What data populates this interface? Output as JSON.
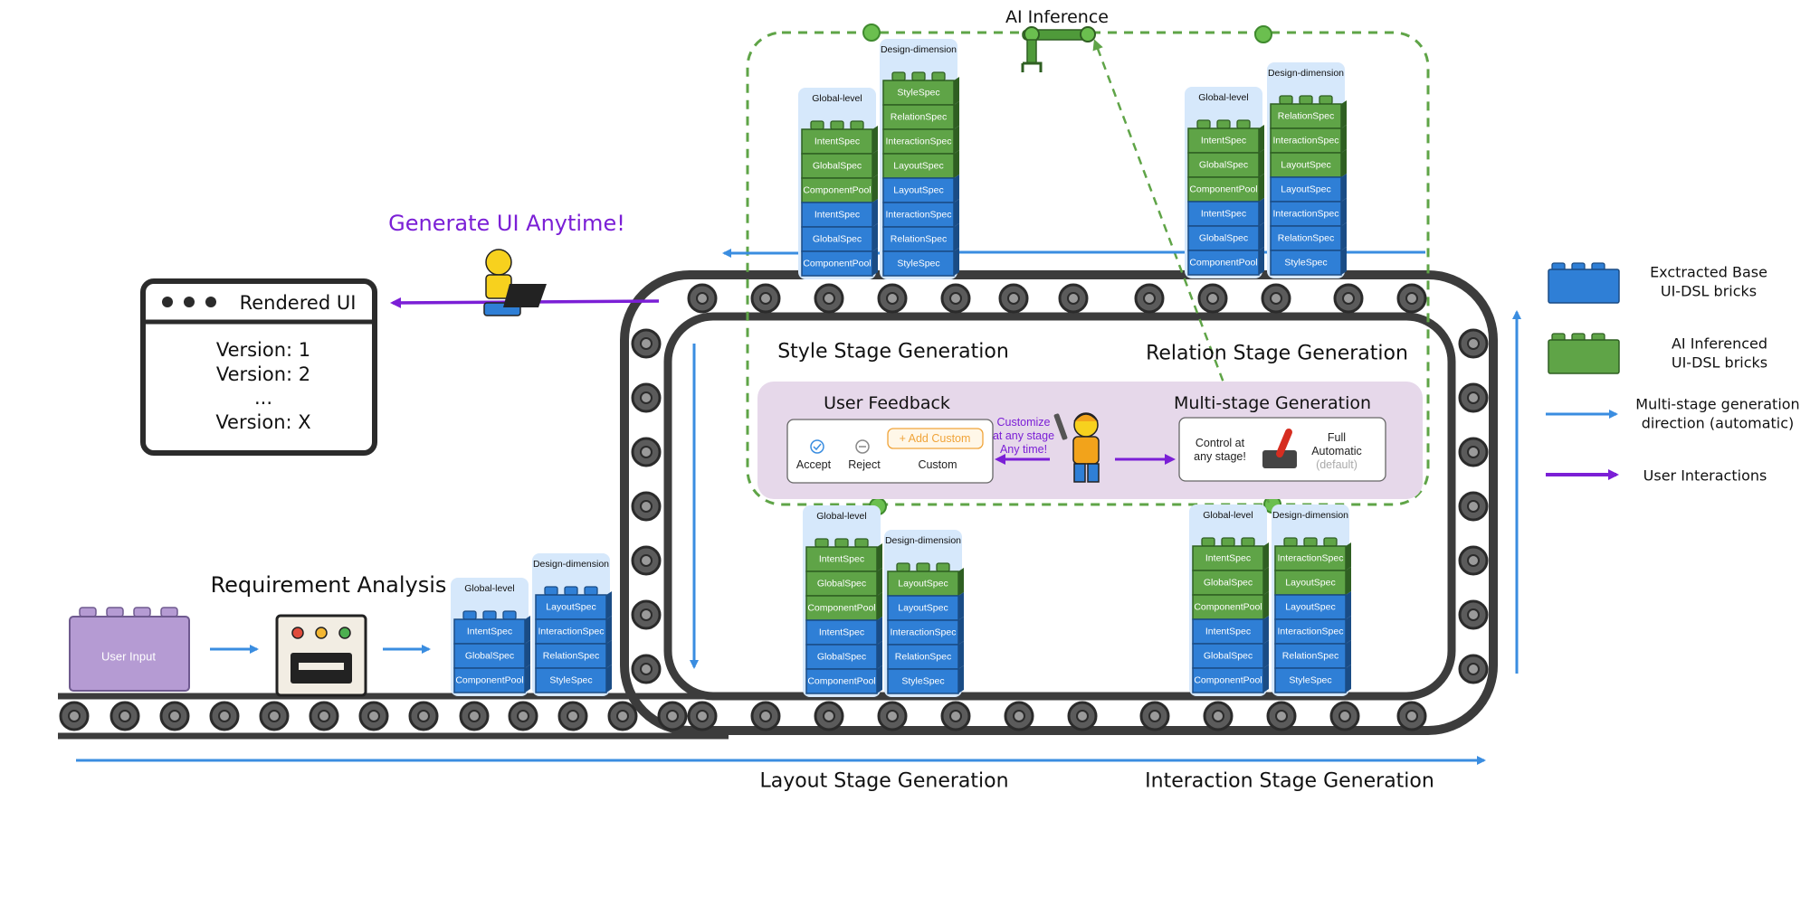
{
  "colors": {
    "blue": "#2f7fd6",
    "green": "#5fa447",
    "purple": "#7b1fd6",
    "arrow_blue": "#3a8de0",
    "stage_bg": "#e6d8ea",
    "head_bg": "#d6e8fb",
    "user_input": "#b59bd3"
  },
  "title_ai": "AI Inference",
  "generate_anytime": "Generate UI Anytime!",
  "rendered_ui": {
    "title": "Rendered UI",
    "lines": [
      "Version: 1",
      "Version: 2",
      "...",
      "Version: X"
    ]
  },
  "requirement_analysis": "Requirement Analysis",
  "user_input": "User Input",
  "stages": {
    "style": "Style Stage Generation",
    "relation": "Relation Stage Generation",
    "layout": "Layout Stage Generation",
    "interaction": "Interaction Stage Generation"
  },
  "feedback": {
    "title": "User Feedback",
    "accept": "Accept",
    "reject": "Reject",
    "add_custom": "+ Add Custom",
    "custom": "Custom",
    "customize_note": [
      "Customize",
      "at any stage",
      "Any time!"
    ],
    "multi_title": "Multi-stage Generation",
    "control": [
      "Control at",
      "any stage!"
    ],
    "full": [
      "Full",
      "Automatic"
    ],
    "default": "(default)"
  },
  "stacks": [
    {
      "id": "req-global",
      "header": "Global-level",
      "bricks": [
        [
          "IntentSpec",
          "blue"
        ],
        [
          "GlobalSpec",
          "blue"
        ],
        [
          "ComponentPool",
          "blue"
        ]
      ]
    },
    {
      "id": "req-design",
      "header": "Design-dimension",
      "bricks": [
        [
          "LayoutSpec",
          "blue"
        ],
        [
          "InteractionSpec",
          "blue"
        ],
        [
          "RelationSpec",
          "blue"
        ],
        [
          "StyleSpec",
          "blue"
        ]
      ]
    },
    {
      "id": "layout-global",
      "header": "Global-level",
      "bricks": [
        [
          "IntentSpec",
          "green"
        ],
        [
          "GlobalSpec",
          "green"
        ],
        [
          "ComponentPool",
          "green"
        ],
        [
          "IntentSpec",
          "blue"
        ],
        [
          "GlobalSpec",
          "blue"
        ],
        [
          "ComponentPool",
          "blue"
        ]
      ]
    },
    {
      "id": "layout-design",
      "header": "Design-dimension",
      "bricks": [
        [
          "LayoutSpec",
          "green"
        ],
        [
          "LayoutSpec",
          "blue"
        ],
        [
          "InteractionSpec",
          "blue"
        ],
        [
          "RelationSpec",
          "blue"
        ],
        [
          "StyleSpec",
          "blue"
        ]
      ]
    },
    {
      "id": "inter-global",
      "header": "Global-level",
      "bricks": [
        [
          "IntentSpec",
          "green"
        ],
        [
          "GlobalSpec",
          "green"
        ],
        [
          "ComponentPool",
          "green"
        ],
        [
          "IntentSpec",
          "blue"
        ],
        [
          "GlobalSpec",
          "blue"
        ],
        [
          "ComponentPool",
          "blue"
        ]
      ]
    },
    {
      "id": "inter-design",
      "header": "Design-dimension",
      "bricks": [
        [
          "InteractionSpec",
          "green"
        ],
        [
          "LayoutSpec",
          "green"
        ],
        [
          "LayoutSpec",
          "blue"
        ],
        [
          "InteractionSpec",
          "blue"
        ],
        [
          "RelationSpec",
          "blue"
        ],
        [
          "StyleSpec",
          "blue"
        ]
      ]
    },
    {
      "id": "style-global",
      "header": "Global-level",
      "bricks": [
        [
          "IntentSpec",
          "green"
        ],
        [
          "GlobalSpec",
          "green"
        ],
        [
          "ComponentPool",
          "green"
        ],
        [
          "IntentSpec",
          "blue"
        ],
        [
          "GlobalSpec",
          "blue"
        ],
        [
          "ComponentPool",
          "blue"
        ]
      ]
    },
    {
      "id": "style-design",
      "header": "Design-dimension",
      "bricks": [
        [
          "StyleSpec",
          "green"
        ],
        [
          "RelationSpec",
          "green"
        ],
        [
          "InteractionSpec",
          "green"
        ],
        [
          "LayoutSpec",
          "green"
        ],
        [
          "LayoutSpec",
          "blue"
        ],
        [
          "InteractionSpec",
          "blue"
        ],
        [
          "RelationSpec",
          "blue"
        ],
        [
          "StyleSpec",
          "blue"
        ]
      ]
    },
    {
      "id": "rel-global",
      "header": "Global-level",
      "bricks": [
        [
          "IntentSpec",
          "green"
        ],
        [
          "GlobalSpec",
          "green"
        ],
        [
          "ComponentPool",
          "green"
        ],
        [
          "IntentSpec",
          "blue"
        ],
        [
          "GlobalSpec",
          "blue"
        ],
        [
          "ComponentPool",
          "blue"
        ]
      ]
    },
    {
      "id": "rel-design",
      "header": "Design-dimension",
      "bricks": [
        [
          "RelationSpec",
          "green"
        ],
        [
          "InteractionSpec",
          "green"
        ],
        [
          "LayoutSpec",
          "green"
        ],
        [
          "LayoutSpec",
          "blue"
        ],
        [
          "InteractionSpec",
          "blue"
        ],
        [
          "RelationSpec",
          "blue"
        ],
        [
          "StyleSpec",
          "blue"
        ]
      ]
    }
  ],
  "legend": [
    {
      "icon": "blue-brick-icon",
      "lines": [
        "Exctracted Base",
        "UI-DSL bricks"
      ]
    },
    {
      "icon": "green-brick-icon",
      "lines": [
        "AI Inferenced",
        "UI-DSL bricks"
      ]
    },
    {
      "icon": "blue-arrow-icon",
      "lines": [
        "Multi-stage generation",
        "direction (automatic)"
      ]
    },
    {
      "icon": "purple-arrow-icon",
      "lines": [
        "User Interactions"
      ]
    }
  ]
}
